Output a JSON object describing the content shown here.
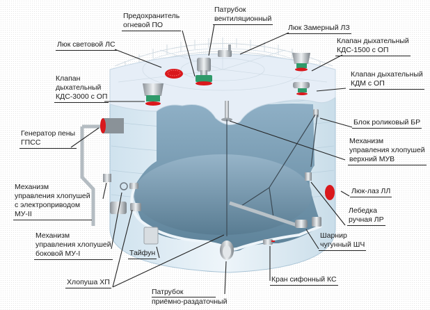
{
  "diagram": {
    "title": "",
    "colors": {
      "tank_wall": "#dbe9f2",
      "tank_interior": "#6f94ac",
      "roof": "#e6eef7",
      "accent_red": "#d9181c",
      "accent_green": "#2f9a6a",
      "line": "#222222"
    },
    "labels": {
      "fire_arrester": [
        "Предохранитель",
        "огневой ПО"
      ],
      "vent_pipe": [
        "Патрубок",
        "вентиляционный"
      ],
      "gauge_hatch": [
        "Люк Замерный ЛЗ"
      ],
      "light_hatch": [
        "Люк световой ЛС"
      ],
      "valve_kds1500": [
        "Клапан дыхательный",
        "КДС-1500 с ОП"
      ],
      "valve_kdm": [
        "Клапан дыхательный",
        "КДМ с ОП"
      ],
      "valve_kds3000": [
        "Клапан",
        "дыхательный",
        "КДС-3000 с ОП"
      ],
      "roller_block": [
        "Блок роликовый БР"
      ],
      "foam_generator": [
        "Генератор пены",
        "ГПСС"
      ],
      "upper_mechanism": [
        "Механизм",
        "управления хлопушей",
        "верхний МУВ"
      ],
      "manhole": [
        "Люк-лаз ЛЛ"
      ],
      "winch": [
        "Лебедка",
        "ручная ЛР"
      ],
      "electric_mechanism": [
        "Механизм",
        "управления хлопушей",
        "с электроприводом",
        "МУ-II"
      ],
      "cast_hinge": [
        "Шарнир",
        "чугунный ШЧ"
      ],
      "side_mechanism": [
        "Механизм",
        "управления хлопушей",
        "боковой МУ-I"
      ],
      "typhoon": [
        "Тайфун"
      ],
      "clapper": [
        "Хлопуша ХП"
      ],
      "siphon_valve": [
        "Кран сифонный КС"
      ],
      "inlet_outlet_pipe": [
        "Патрубок",
        "приёмно-раздаточный"
      ]
    }
  }
}
